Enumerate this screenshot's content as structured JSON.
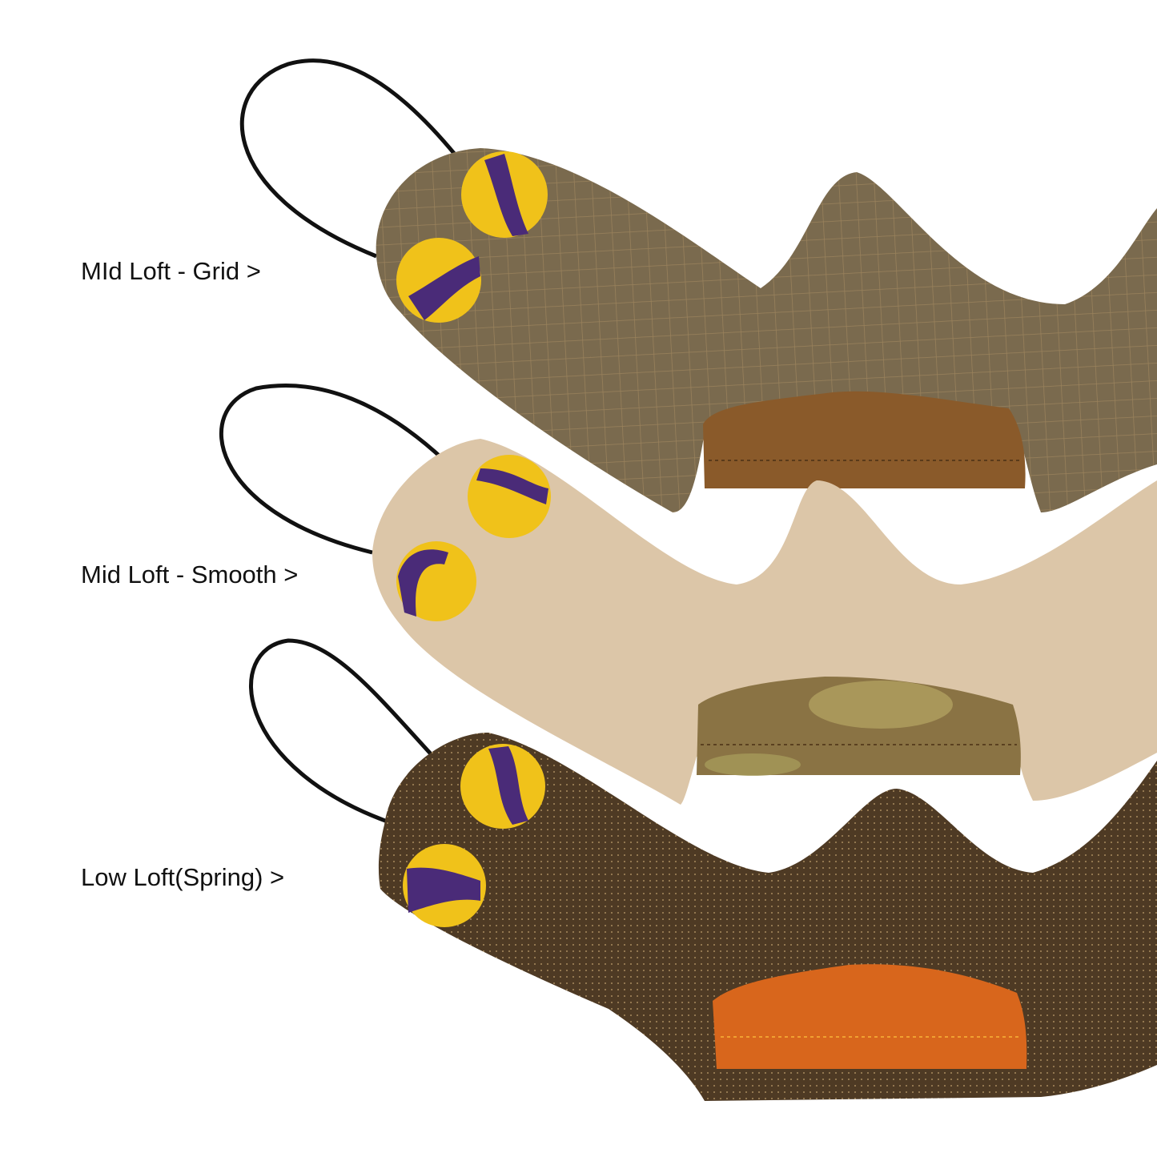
{
  "labels": [
    {
      "text": "MId Loft - Grid >",
      "fabric_color": "#7a6a4e",
      "patch_color": "#8a5a2a"
    },
    {
      "text": "Mid Loft - Smooth >",
      "fabric_color": "#dcc6a8",
      "patch_color": "#8a7344"
    },
    {
      "text": "Low Loft(Spring) >",
      "fabric_color": "#4e3a24",
      "patch_color": "#d8661c"
    }
  ],
  "colors": {
    "dot_yellow": "#f0c21a",
    "dot_purple": "#4a2b78",
    "cord": "#111111",
    "background": "#ffffff"
  }
}
